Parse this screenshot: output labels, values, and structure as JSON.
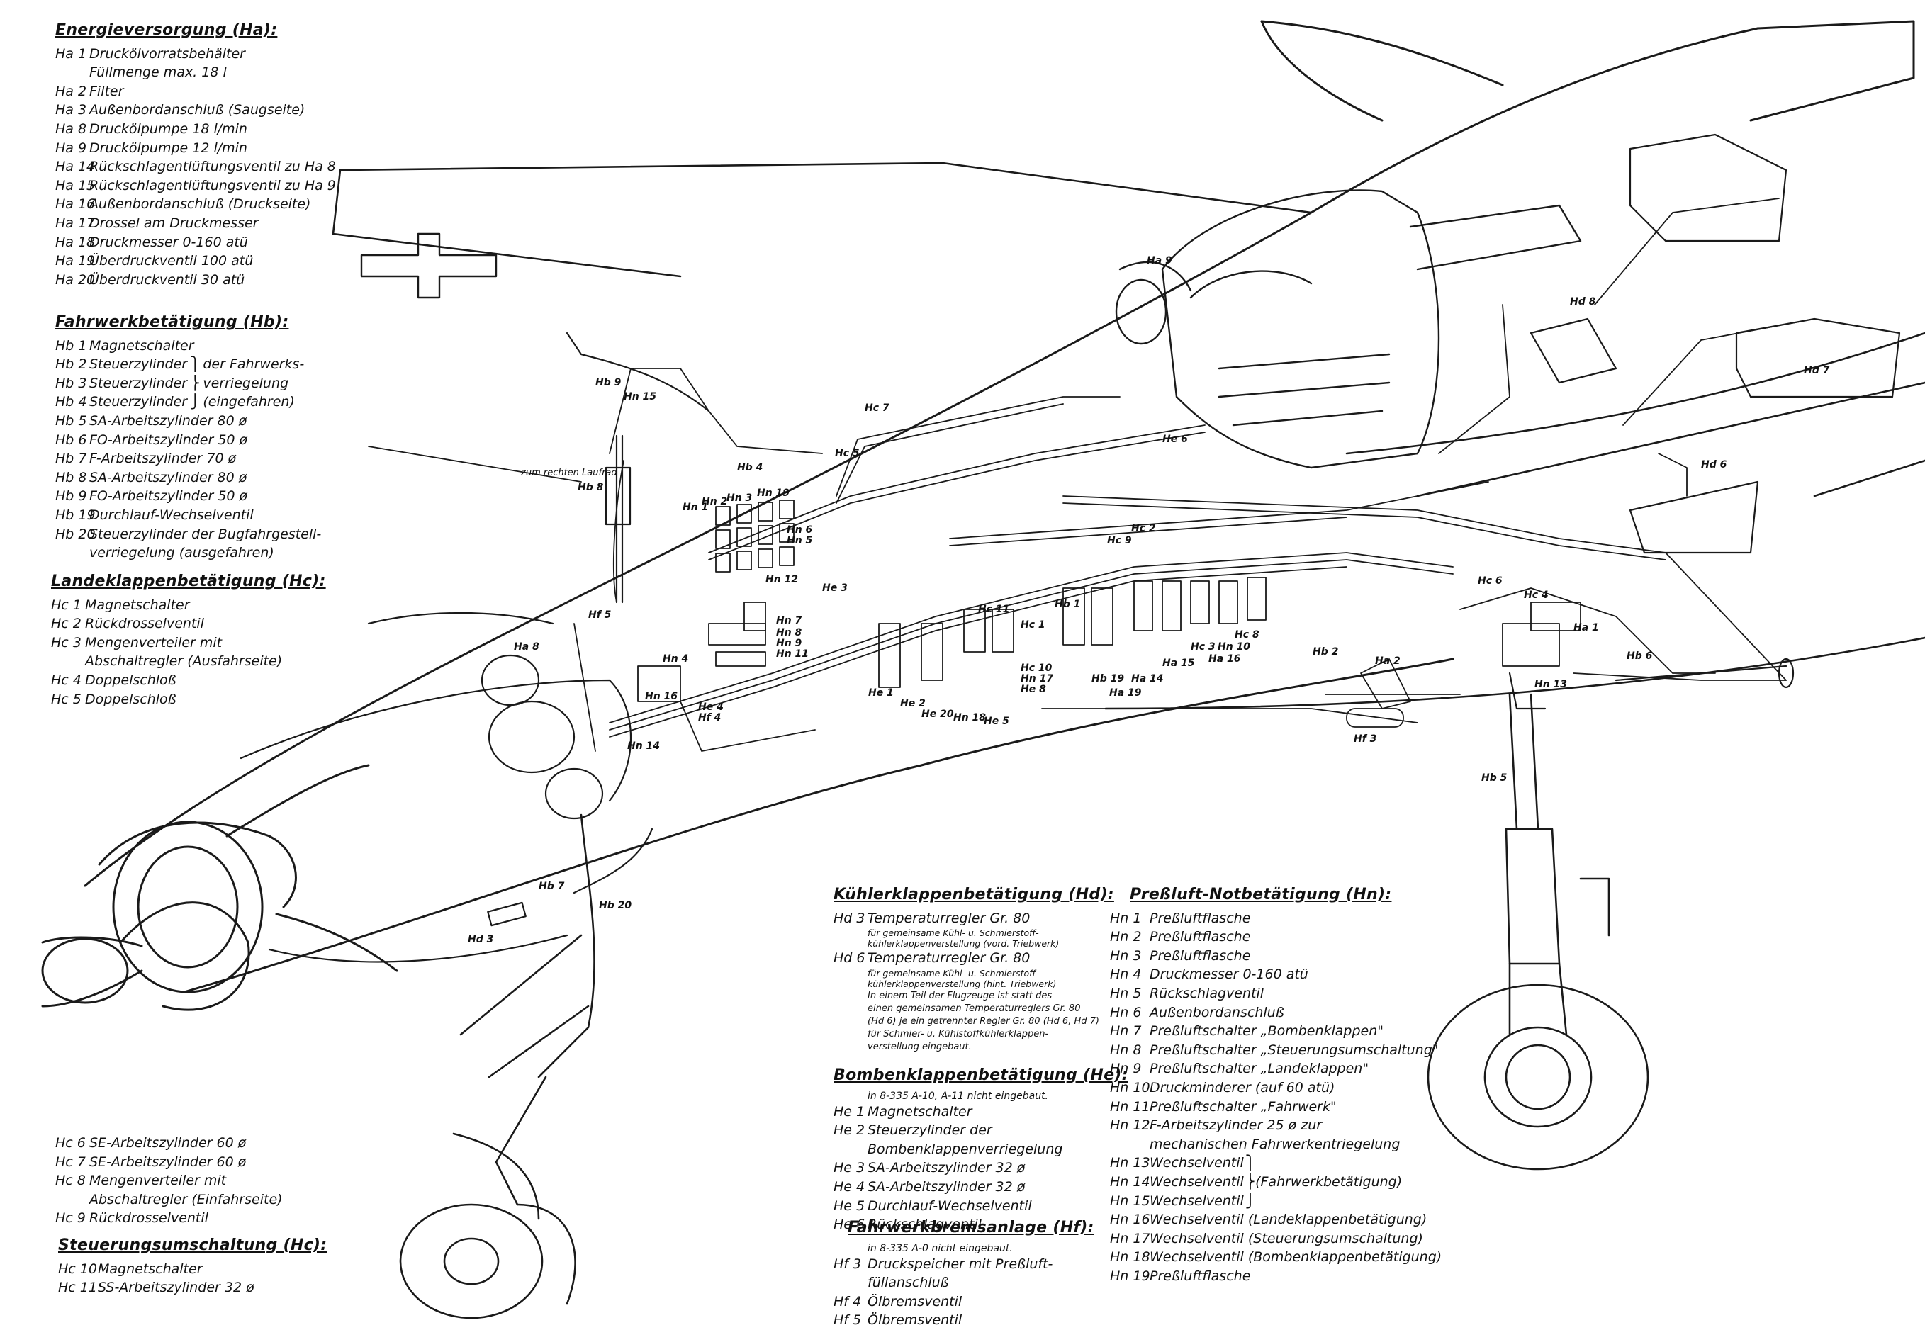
{
  "legend_energy": {
    "title": "Energieversorgung (Ha):",
    "items": [
      {
        "code": "Ha 1",
        "text": "Druckölvorratsbehälter",
        "cont": "Füllmenge max. 18 l"
      },
      {
        "code": "Ha 2",
        "text": "Filter"
      },
      {
        "code": "Ha 3",
        "text": "Außenbordanschluß (Saugseite)"
      },
      {
        "code": "Ha 8",
        "text": "Druckölpumpe 18 l/min"
      },
      {
        "code": "Ha 9",
        "text": "Druckölpumpe 12 l/min"
      },
      {
        "code": "Ha 14",
        "text": "Rückschlagentlüftungsventil zu Ha 8"
      },
      {
        "code": "Ha 15",
        "text": "Rückschlagentlüftungsventil zu Ha 9"
      },
      {
        "code": "Ha 16",
        "text": "Außenbordanschluß (Druckseite)"
      },
      {
        "code": "Ha 17",
        "text": "Drossel am Druckmesser"
      },
      {
        "code": "Ha 18",
        "text": "Druckmesser 0-160 atü"
      },
      {
        "code": "Ha 19",
        "text": "Überdruckventil 100 atü"
      },
      {
        "code": "Ha 20",
        "text": "Überdruckventil 30 atü"
      }
    ]
  },
  "legend_gear": {
    "title": "Fahrwerkbetätigung (Hb):",
    "items": [
      {
        "code": "Hb 1",
        "text": "Magnetschalter"
      },
      {
        "code": "Hb 2",
        "text": "Steuerzylinder"
      },
      {
        "code": "Hb 3",
        "text": "Steuerzylinder"
      },
      {
        "code": "Hb 4",
        "text": "Steuerzylinder"
      },
      {
        "code": "Hb 5",
        "text": "SA-Arbeitszylinder 80 ø"
      },
      {
        "code": "Hb 6",
        "text": "FO-Arbeitszylinder 50 ø"
      },
      {
        "code": "Hb 7",
        "text": "F-Arbeitszylinder 70 ø"
      },
      {
        "code": "Hb 8",
        "text": "SA-Arbeitszylinder 80 ø"
      },
      {
        "code": "Hb 9",
        "text": "FO-Arbeitszylinder 50 ø"
      },
      {
        "code": "Hb 19",
        "text": "Durchlauf-Wechselventil"
      },
      {
        "code": "Hb 20",
        "text": "Steuerzylinder der Bugfahrgestell-",
        "cont": "verriegelung (ausgefahren)"
      }
    ],
    "brace_lines": [
      "der Fahrwerks-",
      "verriegelung",
      "(eingefahren)"
    ]
  },
  "legend_flaps": {
    "title": "Landeklappenbetätigung (Hc):",
    "items": [
      {
        "code": "Hc 1",
        "text": "Magnetschalter"
      },
      {
        "code": "Hc 2",
        "text": "Rückdrosselventil"
      },
      {
        "code": "Hc 3",
        "text": "Mengenverteiler mit",
        "cont": "Abschaltregler (Ausfahrseite)"
      },
      {
        "code": "Hc 4",
        "text": "Doppelschloß"
      },
      {
        "code": "Hc 5",
        "text": "Doppelschloß"
      }
    ]
  },
  "legend_flaps2": {
    "items": [
      {
        "code": "Hc 6",
        "text": "SE-Arbeitszylinder 60 ø"
      },
      {
        "code": "Hc 7",
        "text": "SE-Arbeitszylinder 60 ø"
      },
      {
        "code": "Hc 8",
        "text": "Mengenverteiler mit",
        "cont": "Abschaltregler (Einfahrseite)"
      },
      {
        "code": "Hc 9",
        "text": "Rückdrosselventil"
      }
    ]
  },
  "legend_steering": {
    "title": "Steuerungsumschaltung (Hc):",
    "items": [
      {
        "code": "Hc 10",
        "text": "Magnetschalter"
      },
      {
        "code": "Hc 11",
        "text": "SS-Arbeitszylinder 32 ø"
      }
    ]
  },
  "legend_cooler": {
    "title": "Kühlerklappenbetätigung (Hd):",
    "items": [
      {
        "code": "Hd 3",
        "text": "Temperaturregler Gr. 80",
        "small": [
          "für gemeinsame Kühl- u. Schmierstoff-",
          "kühlerklappenverstellung (vord. Triebwerk)"
        ]
      },
      {
        "code": "Hd 6",
        "text": "Temperaturregler Gr. 80",
        "small": [
          "für gemeinsame Kühl- u. Schmierstoff-",
          "kühlerklappenverstellung (hint. Triebwerk)"
        ]
      }
    ],
    "note": [
      "In einem Teil der Flugzeuge ist statt des",
      "einen gemeinsamen Temperaturreglers Gr. 80",
      "(Hd 6) je ein getrennter Regler Gr. 80 (Hd 6, Hd 7)",
      "für Schmier- u. Kühlstoffkühlerklappen-",
      "verstellung eingebaut."
    ]
  },
  "legend_bomb": {
    "title": "Bombenklappenbetätigung (He):",
    "subnote": "in 8-335 A-10, A-11 nicht eingebaut.",
    "items": [
      {
        "code": "He 1",
        "text": "Magnetschalter"
      },
      {
        "code": "He 2",
        "text": "Steuerzylinder der",
        "cont": "Bombenklappenverriegelung"
      },
      {
        "code": "He 3",
        "text": "SA-Arbeitszylinder 32 ø"
      },
      {
        "code": "He 4",
        "text": "SA-Arbeitszylinder 32 ø"
      },
      {
        "code": "He 5",
        "text": "Durchlauf-Wechselventil"
      },
      {
        "code": "He 6",
        "text": "Rückschlagventil"
      }
    ]
  },
  "legend_brake": {
    "title": "Fahrwerkbremsanlage (Hf):",
    "subnote": "in 8-335 A-0 nicht eingebaut.",
    "items": [
      {
        "code": "Hf 3",
        "text": "Druckspeicher mit Preßluft-",
        "cont": "füllanschluß"
      },
      {
        "code": "Hf 4",
        "text": "Ölbremsventil"
      },
      {
        "code": "Hf 5",
        "text": "Ölbremsventil"
      }
    ]
  },
  "legend_emergency": {
    "title": "Preßluft-Notbetätigung (Hn):",
    "items": [
      {
        "code": "Hn 1",
        "text": "Preßluftflasche"
      },
      {
        "code": "Hn 2",
        "text": "Preßluftflasche"
      },
      {
        "code": "Hn 3",
        "text": "Preßluftflasche"
      },
      {
        "code": "Hn 4",
        "text": "Druckmesser 0-160 atü"
      },
      {
        "code": "Hn 5",
        "text": "Rückschlagventil"
      },
      {
        "code": "Hn 6",
        "text": "Außenbordanschluß"
      },
      {
        "code": "Hn 7",
        "text": "Preßluftschalter „Bombenklappen\""
      },
      {
        "code": "Hn 8",
        "text": "Preßluftschalter „Steuerungsumschaltung\""
      },
      {
        "code": "Hn 9",
        "text": "Preßluftschalter „Landeklappen\""
      },
      {
        "code": "Hn 10",
        "text": "Druckminderer (auf 60 atü)"
      },
      {
        "code": "Hn 11",
        "text": "Preßluftschalter „Fahrwerk\""
      },
      {
        "code": "Hn 12",
        "text": "F-Arbeitszylinder 25 ø zur",
        "cont": "mechanischen Fahrwerkentriegelung"
      },
      {
        "code": "Hn 13",
        "text": "Wechselventil"
      },
      {
        "code": "Hn 14",
        "text": "Wechselventil"
      },
      {
        "code": "Hn 15",
        "text": "Wechselventil"
      },
      {
        "code": "Hn 16",
        "text": "Wechselventil (Landeklappenbetätigung)"
      },
      {
        "code": "Hn 17",
        "text": "Wechselventil (Steuerungsumschaltung)"
      },
      {
        "code": "Hn 18",
        "text": "Wechselventil (Bombenklappenbetätigung)"
      },
      {
        "code": "Hn 19",
        "text": "Preßluftflasche"
      }
    ],
    "brace_text": "(Fahrwerkbetätigung)"
  },
  "callouts": {
    "zum_rechten": "zum rechten Laufrad",
    "Hb9": "Hb 9",
    "Hn15": "Hn 15",
    "Hb8": "Hb 8",
    "Hf5": "Hf 5",
    "Ha8": "Ha 8",
    "Hc7": "Hc 7",
    "Hc5": "Hc 5",
    "Hb4": "Hb 4",
    "Hn19": "Hn 19",
    "Hn1": "Hn 1",
    "Hn2": "Hn 2",
    "Hn3": "Hn 3",
    "Hn6": "Hn 6",
    "Hn5": "Hn 5",
    "Hn12": "Hn 12",
    "He3": "He 3",
    "Hn7": "Hn 7",
    "Hn8": "Hn 8",
    "Hn9": "Hn 9",
    "Hn11": "Hn 11",
    "Hn4": "Hn 4",
    "He4": "He 4",
    "Hf4": "Hf 4",
    "Hn16": "Hn 16",
    "Hn14": "Hn 14",
    "Hb7": "Hb 7",
    "Hd3": "Hd 3",
    "Hb20": "Hb 20",
    "Ha9": "Ha 9",
    "He6": "He 6",
    "Hc9": "Hc 9",
    "Hc2": "Hc 2",
    "Hc11": "Hc 11",
    "Hb1": "Hb 1",
    "Hc1": "Hc 1",
    "Hc10": "Hc 10",
    "Hn17": "Hn 17",
    "He8": "He 8",
    "He1": "He 1",
    "He2": "He 2",
    "He20": "He 20",
    "Hn18": "Hn 18",
    "He5": "He 5",
    "Hb19": "Hb 19",
    "Ha19": "Ha 19",
    "Ha14": "Ha 14",
    "Ha15": "Ha 15",
    "Hc3": "Hc 3",
    "Hn10": "Hn 10",
    "Ha16": "Ha 16",
    "Hc8": "Hc 8",
    "Hc6": "Hc 6",
    "Hc4": "Hc 4",
    "Hb2": "Hb 2",
    "Ha2": "Ha 2",
    "Ha1": "Ha 1",
    "Hb6": "Hb 6",
    "Hn13": "Hn 13",
    "Hf3": "Hf 3",
    "Hb5": "Hb 5",
    "Hd8": "Hd 8",
    "Hd7": "Hd 7",
    "Hd6": "Hd 6"
  }
}
